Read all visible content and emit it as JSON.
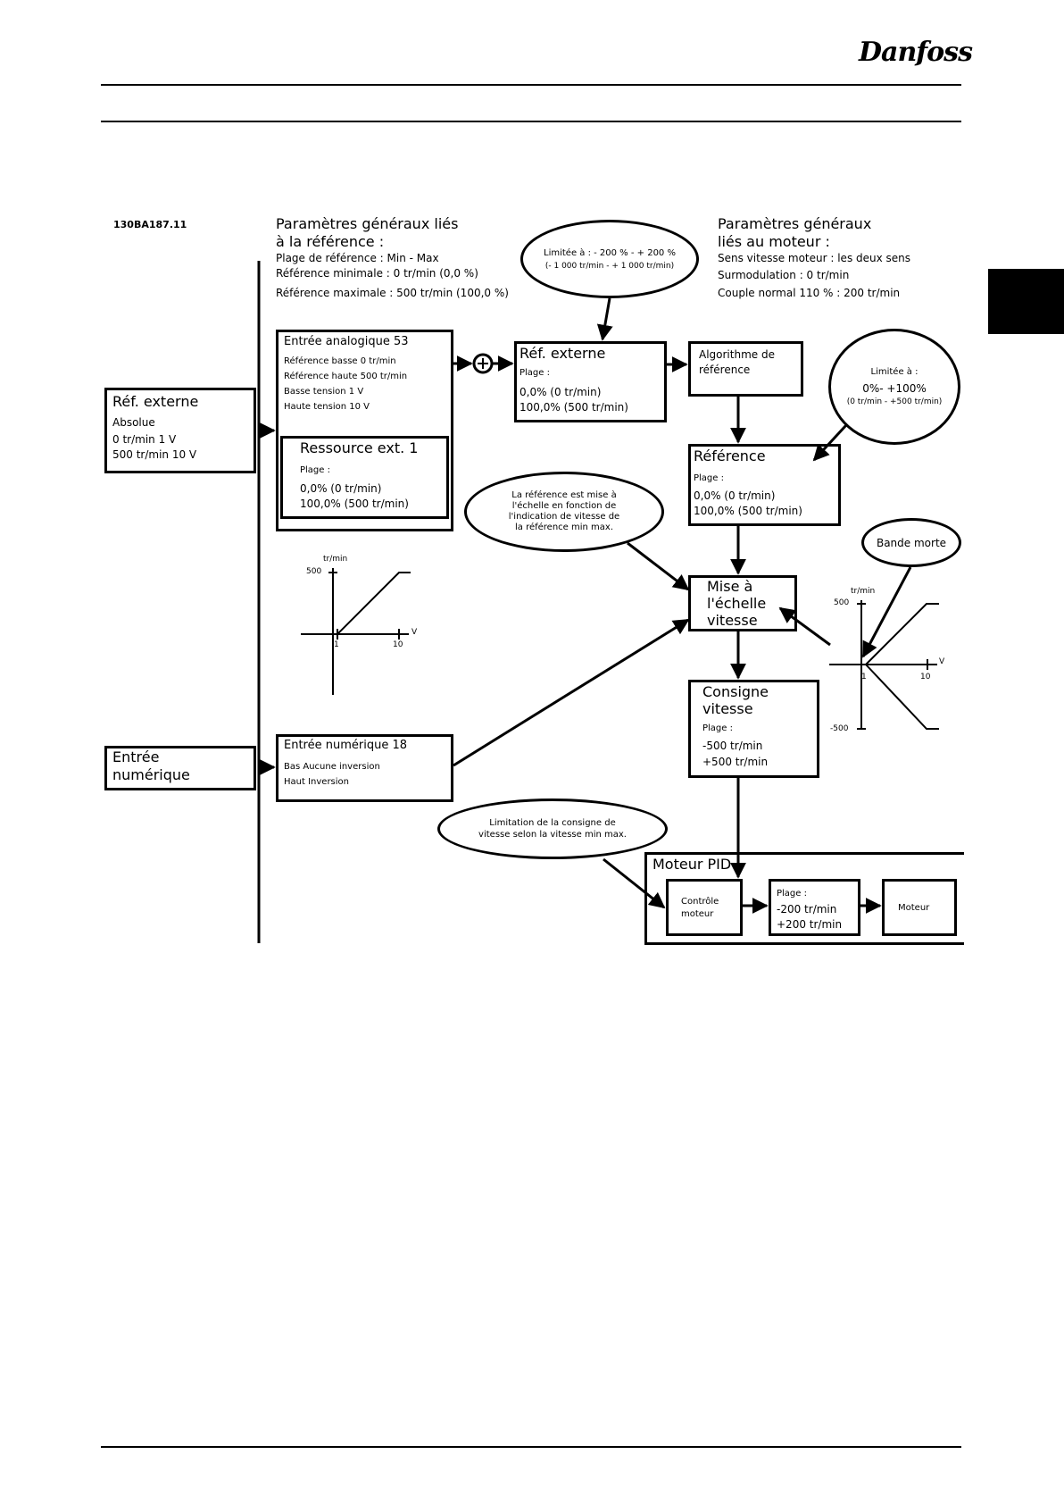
{
  "header": {
    "logo_text": "Danfoss"
  },
  "figure": {
    "id": "130BA187.11",
    "general_ref_params": {
      "title_line1": "Paramètres généraux liés",
      "title_line2": "à la référence :",
      "line1": "Plage de référence : Min - Max",
      "line2": "Référence minimale : 0 tr/min (0,0 %)",
      "line3": "Référence maximale : 500 tr/min (100,0 %)"
    },
    "general_motor_params": {
      "title_line1": "Paramètres généraux",
      "title_line2": "liés au moteur :",
      "line1": "Sens vitesse moteur : les deux sens",
      "line2": "Surmodulation : 0 tr/min",
      "line3": "Couple normal 110 % : 200 tr/min"
    },
    "limit_bubble_ext": {
      "line1": "Limitée à : - 200 % - + 200 %",
      "line2": "(- 1 000 tr/min - + 1 000 tr/min)"
    },
    "limit_bubble_ref": {
      "line1": "Limitée à :",
      "line2": "0%- +100%",
      "line3": "(0 tr/min - +500 tr/min)"
    },
    "ref_externe_left": {
      "title": "Réf. externe",
      "line1": "Absolue",
      "line2": "0 tr/min  1 V",
      "line3": "500 tr/min  10 V"
    },
    "entree_numerique_left": {
      "line1": "Entrée",
      "line2": "numérique"
    },
    "entree_analogique": {
      "title": "Entrée analogique 53",
      "line1": "Référence basse 0 tr/min",
      "line2": "Référence haute 500 tr/min",
      "line3": "Basse tension 1 V",
      "line4": "Haute tension 10 V"
    },
    "ressource_ext": {
      "title": "Ressource ext. 1",
      "line1": "Plage :",
      "line2": "0,0% (0 tr/min)",
      "line3": "100,0% (500 tr/min)"
    },
    "ref_externe_mid": {
      "title": "Réf. externe",
      "line1": "Plage :",
      "line2": "0,0% (0 tr/min)",
      "line3": "100,0% (500 tr/min)"
    },
    "algorithme": {
      "line1": "Algorithme de",
      "line2": "référence"
    },
    "reference": {
      "title": "Référence",
      "line1": "Plage :",
      "line2": "0,0% (0 tr/min)",
      "line3": "100,0% (500 tr/min)"
    },
    "scaling_bubble": {
      "line1": "La référence est mise à",
      "line2": "l'échelle en fonction de",
      "line3": "l'indication de vitesse de",
      "line4": "la référence min max."
    },
    "mise_echelle": {
      "line1": "Mise à",
      "line2": "l'échelle",
      "line3": "vitesse"
    },
    "bande_morte": "Bande morte",
    "entree_num_18": {
      "title": "Entrée numérique 18",
      "line1": "Bas   Aucune inversion",
      "line2": "Haut  Inversion"
    },
    "consigne": {
      "title_line1": "Consigne",
      "title_line2": "vitesse",
      "line1": "Plage :",
      "line2": "-500 tr/min",
      "line3": "+500 tr/min"
    },
    "limitation_bubble": {
      "line1": "Limitation de la consigne de",
      "line2": "vitesse selon la vitesse min max."
    },
    "moteur_pid": {
      "title": "Moteur PID",
      "controle_line1": "Contrôle",
      "controle_line2": "moteur",
      "plage_line1": "Plage :",
      "plage_line2": "-200 tr/min",
      "plage_line3": "+200 tr/min",
      "moteur": "Moteur"
    },
    "graph_left": {
      "y_unit": "tr/min",
      "y_max": "500",
      "x_unit": "V",
      "x_1": "1",
      "x_10": "10"
    },
    "graph_right": {
      "y_unit": "tr/min",
      "y_max": "500",
      "y_min": "-500",
      "x_unit": "V",
      "x_1": "1",
      "x_10": "10"
    }
  }
}
